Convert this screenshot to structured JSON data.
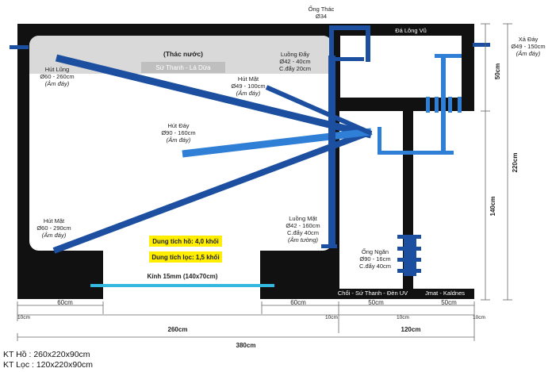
{
  "labels": {
    "thac_nuoc": "(Thác nước)",
    "su_thanh": "Sứ Thanh - Lá Dừa",
    "ong_thac_1": "Ống Thác",
    "ong_thac_2": "Ø34",
    "da_long_vu": "Đá Lông Vũ",
    "xa_day_1": "Xả Đáy",
    "xa_day_2": "Ø49 - 150cm",
    "xa_day_3": "(Âm đáy)",
    "hut_long_1": "Hút Lũng",
    "hut_long_2": "Ø60 - 260cm",
    "hut_long_3": "(Âm đáy)",
    "luong_day_1": "Luồng Đẩy",
    "luong_day_2": "Ø42 - 40cm",
    "luong_day_3": "C.đẩy 20cm",
    "hut_mat_top_1": "Hút Mặt",
    "hut_mat_top_2": "Ø49 - 100cm",
    "hut_mat_top_3": "(Âm đáy)",
    "hut_day_1": "Hút Đáy",
    "hut_day_2": "Ø90 - 160cm",
    "hut_day_3": "(Âm đáy)",
    "hut_mat_1": "Hút Mặt",
    "hut_mat_2": "Ø60 - 290cm",
    "hut_mat_3": "(Âm đáy)",
    "luong_mat_1": "Luồng Mặt",
    "luong_mat_2": "Ø42 - 160cm",
    "luong_mat_3": "C.đẩy 40cm",
    "luong_mat_4": "(Âm tường)",
    "dung_tich_ho": "Dung tích hồ: 4,0 khối",
    "dung_tich_loc": "Dung tích lọc: 1,5 khối",
    "kinh": "Kính 15mm (140x70cm)",
    "ong_ngan_1": "Ống Ngăn",
    "ong_ngan_2": "Ø90 - 16cm",
    "ong_ngan_3": "C.đẩy 40cm",
    "choi": "Chổi - Sứ Thanh - Đèn UV",
    "jmat": "Jmat - Kaldnes"
  },
  "dims": {
    "d60_left": "60cm",
    "d60_right": "60cm",
    "d50_a": "50cm",
    "d50_b": "50cm",
    "d10_a": "10cm",
    "d10_b": "10cm",
    "d10_c": "10cm",
    "d10_d": "10cm",
    "d260": "260cm",
    "d120": "120cm",
    "d380": "380cm",
    "v50": "50cm",
    "v140": "140cm",
    "v220": "220cm"
  },
  "notes": {
    "kt_ho": "KT Hồ : 260x220x90cm",
    "kt_loc": "KT Lọc : 120x220x90cm"
  },
  "colors": {
    "wall": "#111111",
    "pipe": "#1c4fa0",
    "pipe_light": "#2f7fd6",
    "glass": "#35b8e0",
    "highlight": "#ffee00"
  }
}
